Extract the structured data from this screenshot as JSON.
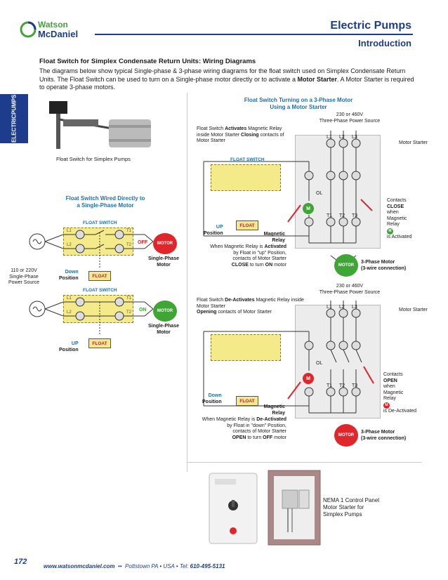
{
  "header": {
    "logo_line1": "Watson",
    "logo_line2": "McDaniel",
    "title": "Electric Pumps",
    "subtitle": "Introduction"
  },
  "side_tab": {
    "label_line1": "ELECTRIC",
    "label_line2": "PUMPS"
  },
  "intro": {
    "heading": "Float Switch for Simplex Condensate Return Units: Wiring Diagrams",
    "body_part1": "The diagrams below show typical Single-phase & 3-phase wiring diagrams for the float switch used on Simplex Condensate Return Units. The Float Switch can be used to turn on a Single-phase motor directly or to activate a ",
    "body_bold": "Motor Starter",
    "body_part2": ". A Motor Starter is required to operate 3-phase motors."
  },
  "photo1": {
    "caption": "Float Switch for Simplex Pumps"
  },
  "single_phase": {
    "title_line1": "Float Switch Wired Directly to",
    "title_line2": "a Single-Phase Motor",
    "fs_label": "FLOAT SWITCH",
    "power_line1": "110 or 220V",
    "power_line2": "Single-Phase",
    "power_line3": "Power Source",
    "d1": {
      "state": "OFF",
      "motor": "MOTOR",
      "motor_label1": "Single-Phase",
      "motor_label2": "Motor",
      "pos1": "Down",
      "pos2": "Position",
      "float": "FLOAT"
    },
    "d2": {
      "state": "ON",
      "motor": "MOTOR",
      "motor_label1": "Single-Phase",
      "motor_label2": "Motor",
      "pos1": "UP",
      "pos2": "Position",
      "float": "FLOAT"
    },
    "terms": {
      "l1": "L1",
      "l2": "L2",
      "t1": "T1",
      "t2": "T2"
    }
  },
  "three_phase": {
    "title_line1": "Float Switch Turning on a 3-Phase Motor",
    "title_line2": "Using a Motor Starter",
    "top": {
      "power1": "230 or 460V",
      "power2": "Three-Phase Power Source",
      "desc_a": "Float Switch ",
      "desc_b": "Activates",
      "desc_c": " Magnetic Relay inside Motor Starter ",
      "desc_d": "Closing",
      "desc_e": " contacts of Motor Starter",
      "starter_label": "Motor Starter",
      "fs_label": "FLOAT SWITCH",
      "pos1": "UP",
      "pos2": "Position",
      "float": "FLOAT",
      "relay1": "Magnetic",
      "relay2": "Relay",
      "note1a": "When Magnetic Relay is ",
      "note1b": "Activated",
      "note2": "by Float in \"up\" Position,",
      "note3": "contacts of Motor Starter",
      "note4a": "CLOSE",
      "note4b": " to turn ",
      "note4c": "ON",
      "note4d": " motor",
      "contacts1": "Contacts",
      "contacts2": "CLOSE",
      "contacts3": "when",
      "contacts4": "Magnetic",
      "contacts5": "Relay",
      "contacts6": "is Activated",
      "state": "ON",
      "motor": "MOTOR",
      "motor_label1": "3-Phase Motor",
      "motor_label2": "(3-wire connection)"
    },
    "bottom": {
      "power1": "230 or 460V",
      "power2": "Three-Phase Power Source",
      "desc_a": "Float Switch ",
      "desc_b": "De-Activates",
      "desc_c": " Magnetic Relay inside Motor Starter",
      "desc_d": "Opening",
      "desc_e": "  contacts of Motor Starter",
      "starter_label": "Motor Starter",
      "pos1": "Down",
      "pos2": "Position",
      "float": "FLOAT",
      "relay1": "Magnetic",
      "relay2": "Relay",
      "note1a": "When Magnetic Relay is ",
      "note1b": "De-Activated",
      "note2": "by Float in \"down\" Position,",
      "note3": "contacts of Motor Starter",
      "note4a": "OPEN",
      "note4b": " to turn ",
      "note4c": "OFF",
      "note4d": " motor",
      "contacts1": "Contacts",
      "contacts2": "OPEN",
      "contacts3": "when",
      "contacts4": "Magnetic",
      "contacts5": "Relay",
      "contacts6": "is De-Activated",
      "state": "OFF",
      "motor": "MOTOR",
      "motor_label1": "3-Phase Motor",
      "motor_label2": "(3-wire connection)"
    },
    "terms": {
      "l1": "L1",
      "l2": "L2",
      "l3": "L3",
      "t1": "T1",
      "t2": "T2",
      "t3": "T3",
      "ol": "OL",
      "m": "M"
    }
  },
  "photo2": {
    "caption_line1": "NEMA 1 Control Panel",
    "caption_line2": "Motor Starter for",
    "caption_line3": "Simplex Pumps"
  },
  "footer": {
    "page": "172",
    "url": "www.watsonmcdaniel.com",
    "sep": "•",
    "address": "Pottstown PA  •  USA  •  Tel: ",
    "tel": "610-495-5131"
  },
  "colors": {
    "brand_blue": "#1d3c8c",
    "float_yellow": "#f5ea8a",
    "on_green": "#3fa535",
    "off_red": "#e0262b"
  }
}
